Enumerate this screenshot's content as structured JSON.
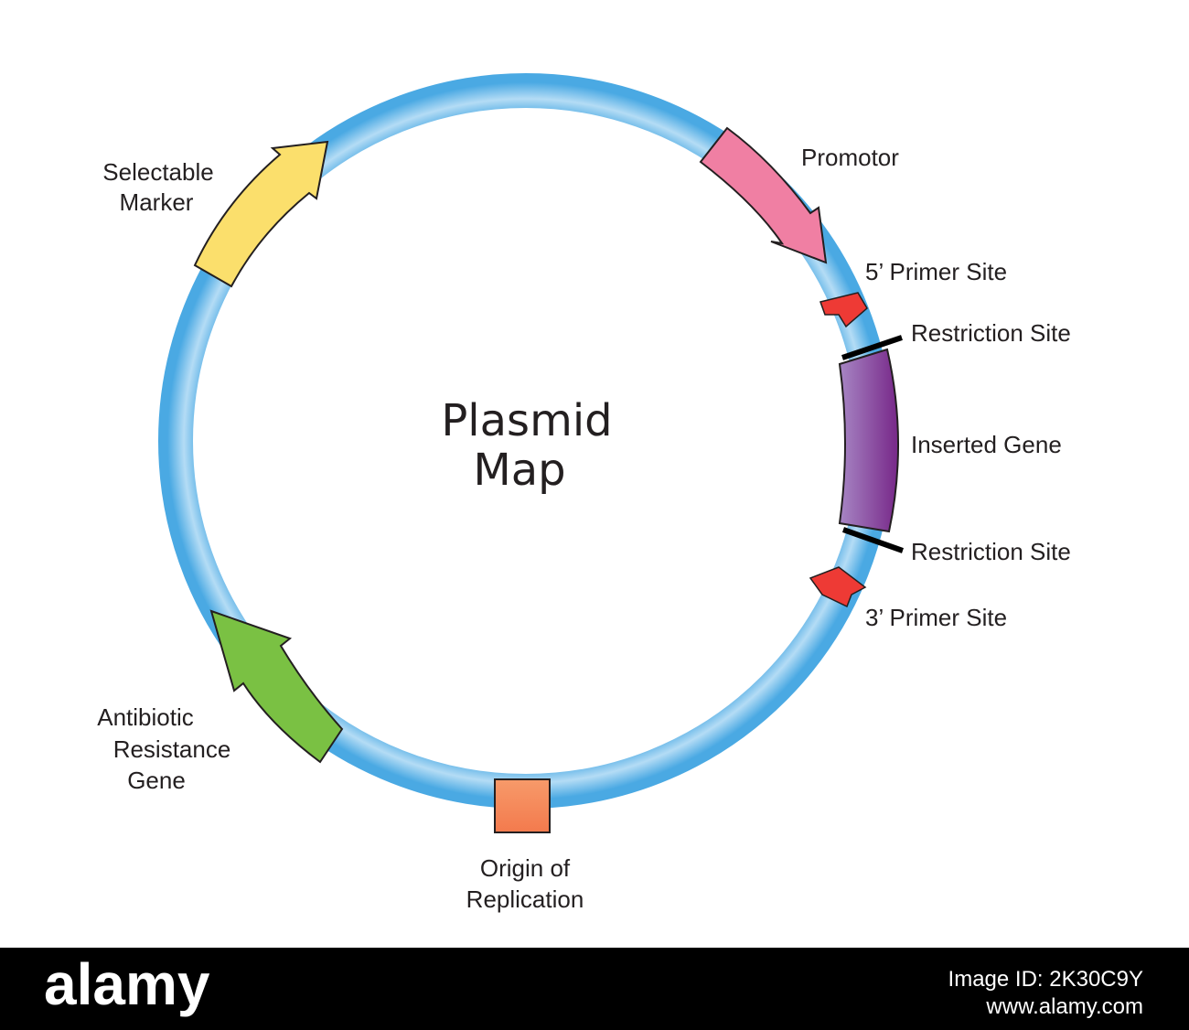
{
  "diagram": {
    "title_line1": "Plasmid",
    "title_line2": "Map",
    "labels": {
      "selectable_1": "Selectable",
      "selectable_2": "Marker",
      "promotor": "Promotor",
      "primer5": "5’  Primer Site",
      "restriction_top": "Restriction  Site",
      "inserted": "Inserted  Gene",
      "restriction_bottom": "Restriction  Site",
      "primer3": "3’  Primer Site",
      "antibiotic_1": "Antibiotic",
      "antibiotic_2": "Resistance",
      "antibiotic_3": "Gene",
      "origin_1": "Origin  of",
      "origin_2": "Replication"
    },
    "colors": {
      "ring": "#5db4e8",
      "selectable_marker": "#fbdf6c",
      "promotor": "#f07fa3",
      "primer": "#ee3a35",
      "inserted_gene": "#8a4fa6",
      "antibiotic_resistance": "#7ac143",
      "origin": "#f58a5c"
    }
  },
  "footer": {
    "brand": "alamy",
    "image_id": "Image ID: 2K30C9Y",
    "site": "www.alamy.com"
  }
}
